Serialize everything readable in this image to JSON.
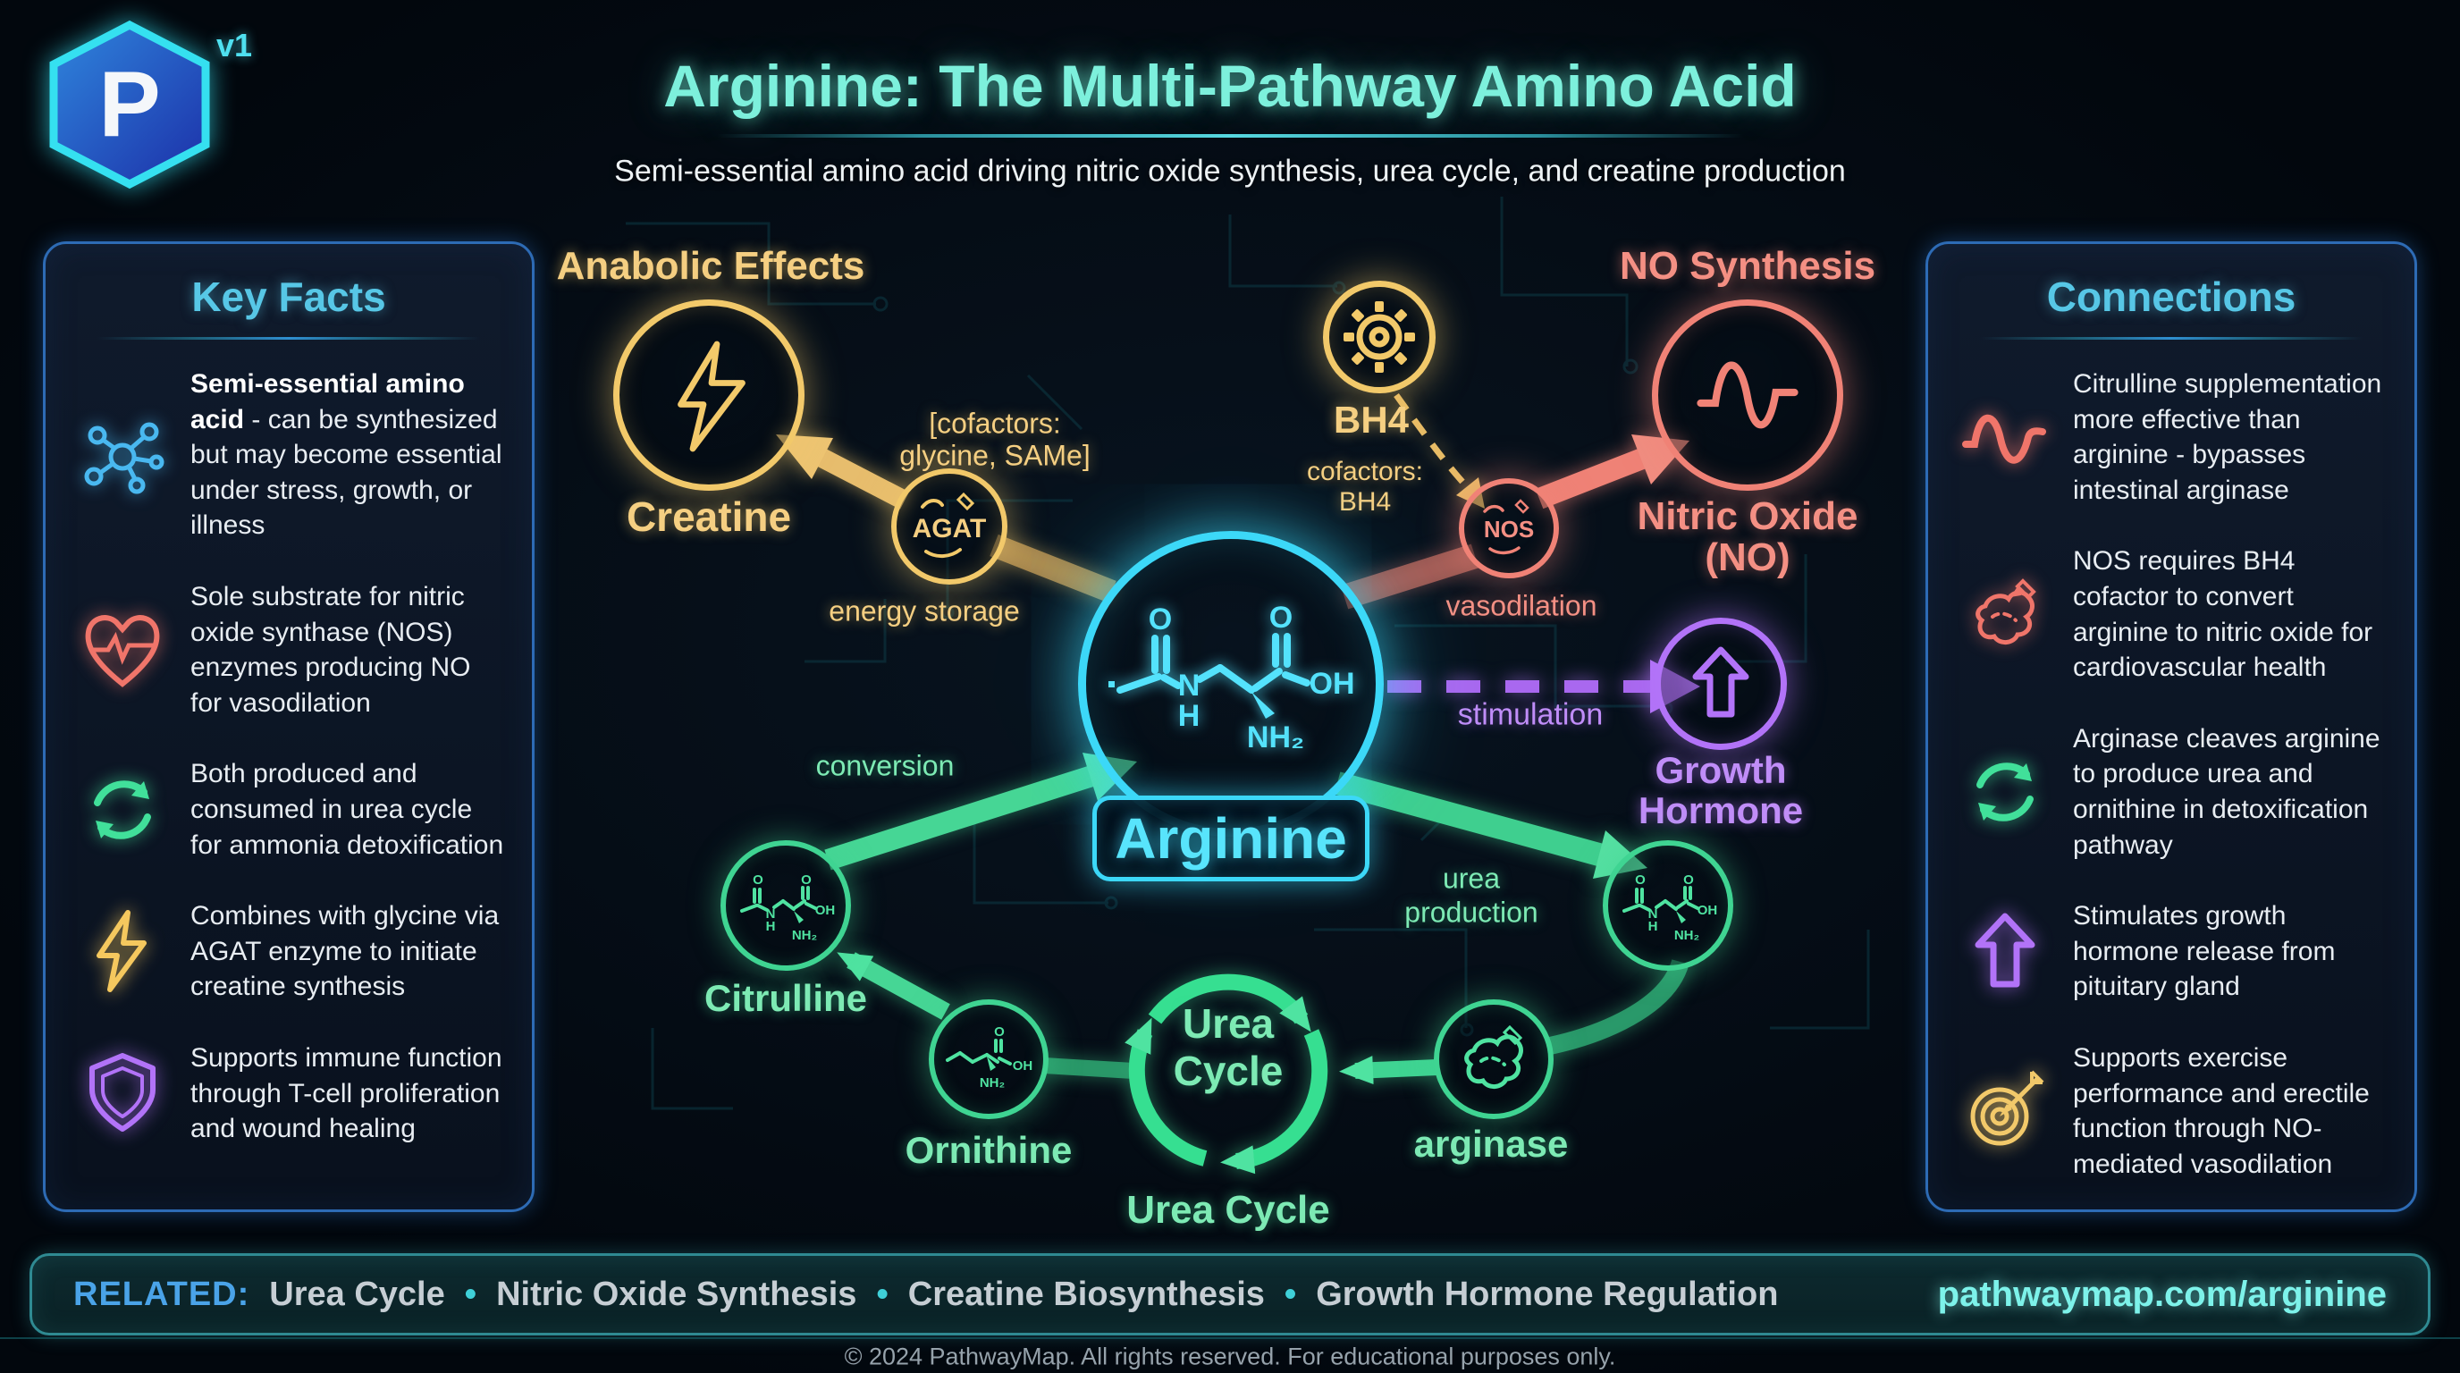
{
  "logo": {
    "letter": "P",
    "version_badge": "v1"
  },
  "header": {
    "title": "Arginine: The Multi-Pathway Amino Acid",
    "subtitle": "Semi-essential amino acid driving nitric oxide synthesis, urea cycle, and creatine production"
  },
  "key_facts": {
    "title": "Key Facts",
    "items": [
      {
        "icon": "molecule-icon",
        "lead": "Semi-essential amino acid",
        "rest": " - can be synthesized but may become essential under stress, growth, or illness"
      },
      {
        "icon": "heart-pulse-icon",
        "text": "Sole substrate for nitric oxide synthase (NOS) enzymes producing NO for vasodilation"
      },
      {
        "icon": "recycle-icon",
        "text": "Both produced and consumed in urea cycle for ammonia detoxification"
      },
      {
        "icon": "lightning-icon",
        "text": "Combines with glycine via AGAT enzyme to initiate creatine synthesis"
      },
      {
        "icon": "shield-icon",
        "text": "Supports immune function through T-cell proliferation and wound healing"
      }
    ]
  },
  "connections": {
    "title": "Connections",
    "items": [
      {
        "icon": "sine-wave-icon",
        "text": "Citrulline supplementation more effective than arginine - bypasses intestinal arginase"
      },
      {
        "icon": "enzyme-icon",
        "text": "NOS requires BH4 cofactor to convert arginine to nitric oxide for cardiovascular health"
      },
      {
        "icon": "recycle-icon",
        "text": "Arginase cleaves arginine to produce urea and ornithine in detoxification pathway"
      },
      {
        "icon": "block-arrow-up-icon",
        "text": "Stimulates growth hormone release from pituitary gland"
      },
      {
        "icon": "target-dart-icon",
        "text": "Supports exercise performance and erectile function through NO-mediated vasodilation"
      }
    ]
  },
  "diagram": {
    "headings": {
      "anabolic": "Anabolic Effects",
      "no_synthesis": "NO Synthesis"
    },
    "nodes": {
      "creatine": "Creatine",
      "agat": "AGAT",
      "bh4": "BH4",
      "nos": "NOS",
      "nitric_oxide_line1": "Nitric Oxide",
      "nitric_oxide_line2": "(NO)",
      "growth_hormone_line1": "Growth",
      "growth_hormone_line2": "Hormone",
      "arginine": "Arginine",
      "citrulline": "Citrulline",
      "ornithine": "Ornithine",
      "arginase": "arginase",
      "urea_cycle_center": "Urea Cycle",
      "urea_cycle_label": "Urea Cycle"
    },
    "labels": {
      "cofactors_agat_line1": "[cofactors:",
      "cofactors_agat_line2": "glycine, SAMe]",
      "energy_storage": "energy storage",
      "cofactors_bh4_line1": "cofactors:",
      "cofactors_bh4_line2": "BH4",
      "vasodilation": "vasodilation",
      "stimulation": "stimulation",
      "conversion": "conversion",
      "urea_production_line1": "urea",
      "urea_production_line2": "production"
    },
    "mol": {
      "o": "O",
      "oh": "OH",
      "nh2": "NH₂",
      "n": "N",
      "h": "H"
    }
  },
  "footer": {
    "related_label": "RELATED:",
    "separator": "•",
    "items": [
      "Urea Cycle",
      "Nitric Oxide Synthesis",
      "Creatine Biosynthesis",
      "Growth Hormone Regulation"
    ],
    "url": "pathwaymap.com/arginine",
    "copyright": "© 2024 PathwayMap. All rights reserved. For educational purposes only."
  },
  "colors": {
    "title_mint": "#7df0dc",
    "panel_blue": "#2d6bb5",
    "cyan_heading": "#57c7e6",
    "gold": "#f2c96a",
    "salmon": "#f08276",
    "green": "#3fd492",
    "purple": "#b273f8",
    "arginine_cyan": "#3cd8f8",
    "related_blue": "#4aa3e8",
    "url_cyan": "#7df2ea"
  }
}
